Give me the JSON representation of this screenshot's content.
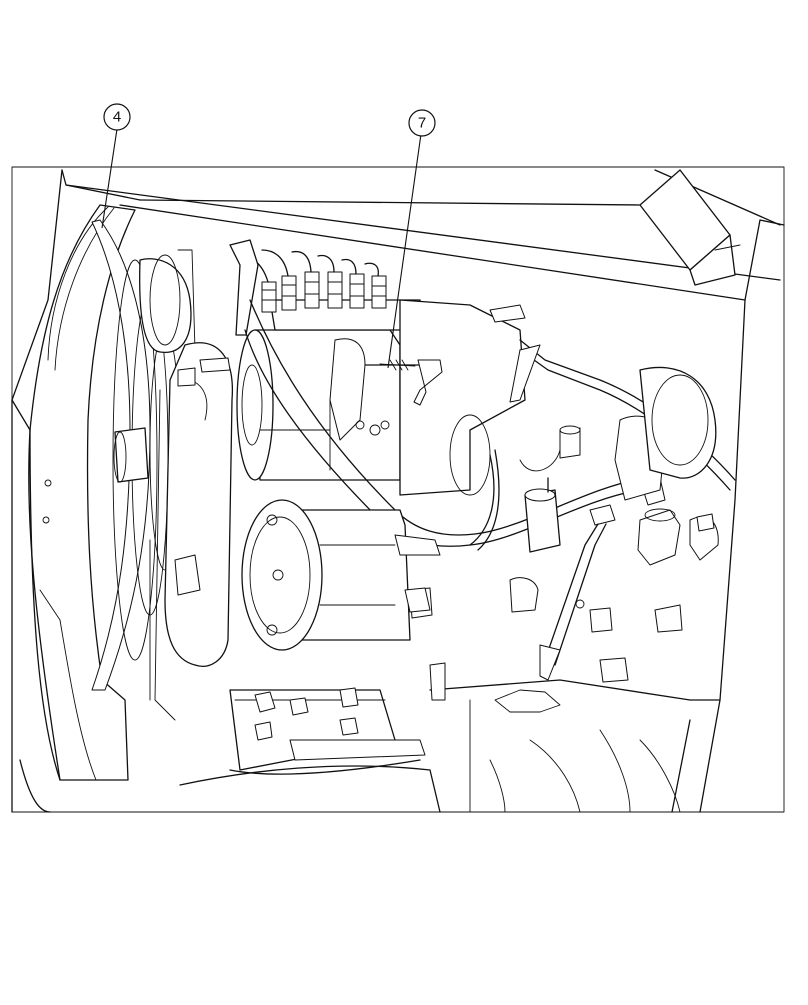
{
  "callouts": [
    {
      "id": "4",
      "label": "4"
    },
    {
      "id": "7",
      "label": "7"
    }
  ]
}
